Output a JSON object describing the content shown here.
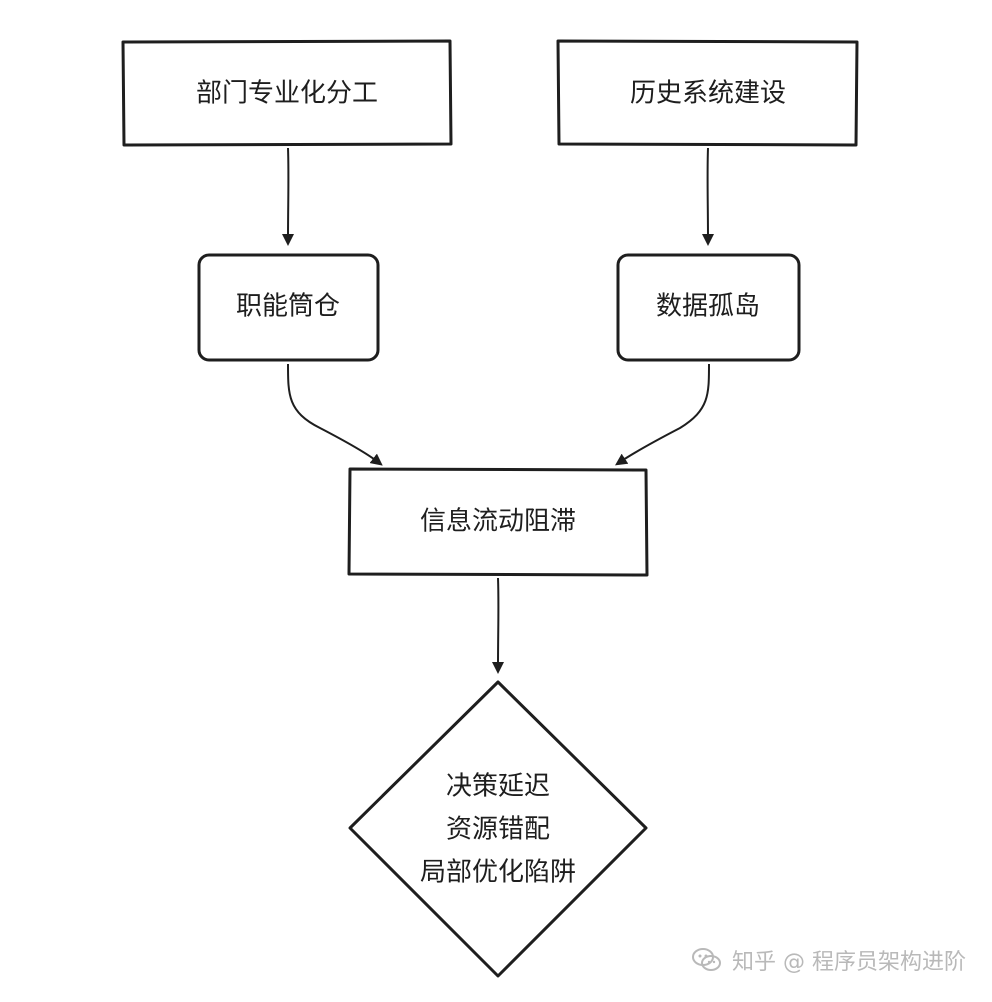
{
  "nodes": {
    "dept_specialization": "部门专业化分工",
    "legacy_systems": "历史系统建设",
    "functional_silos": "职能筒仓",
    "data_islands": "数据孤岛",
    "info_flow_blocked": "信息流动阻滞",
    "outcomes": [
      "决策延迟",
      "资源错配",
      "局部优化陷阱"
    ]
  },
  "watermark": {
    "text": "知乎 @ 程序员架构进阶"
  },
  "colors": {
    "stroke": "#1e1e1e",
    "background": "#ffffff",
    "watermark": "#b9b9b9"
  }
}
